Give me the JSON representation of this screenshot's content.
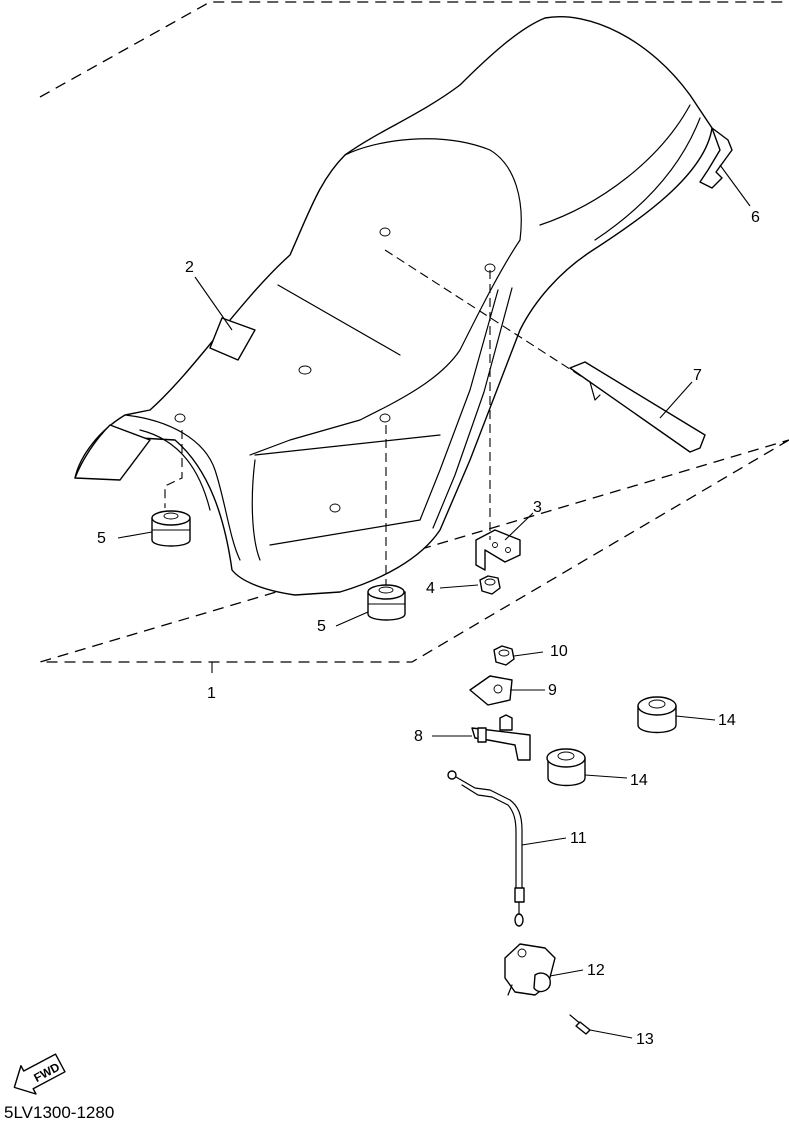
{
  "diagram": {
    "callouts": [
      {
        "id": "c1",
        "label": "1"
      },
      {
        "id": "c2",
        "label": "2"
      },
      {
        "id": "c3",
        "label": "3"
      },
      {
        "id": "c4",
        "label": "4"
      },
      {
        "id": "c5a",
        "label": "5"
      },
      {
        "id": "c5b",
        "label": "5"
      },
      {
        "id": "c6",
        "label": "6"
      },
      {
        "id": "c7",
        "label": "7"
      },
      {
        "id": "c8",
        "label": "8"
      },
      {
        "id": "c9",
        "label": "9"
      },
      {
        "id": "c10",
        "label": "10"
      },
      {
        "id": "c11",
        "label": "11"
      },
      {
        "id": "c12",
        "label": "12"
      },
      {
        "id": "c13",
        "label": "13"
      },
      {
        "id": "c14a",
        "label": "14"
      },
      {
        "id": "c14b",
        "label": "14"
      }
    ],
    "fwd_label": "FWD",
    "diagram_code": "5LV1300-1280"
  }
}
